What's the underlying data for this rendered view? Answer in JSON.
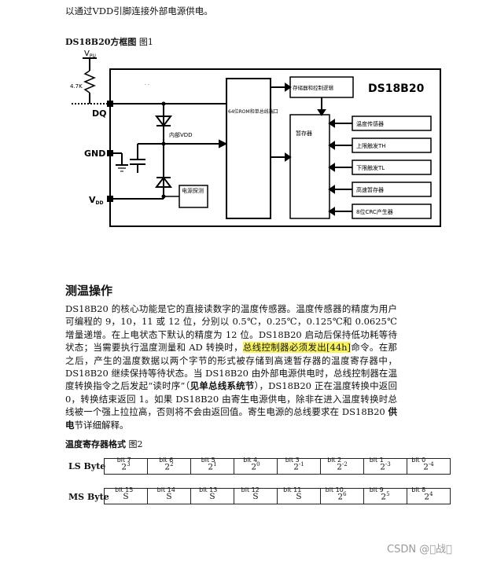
{
  "intro_line": "以通过VDD引脚连接外部电源供电。",
  "figure1": {
    "caption_bold": "DS18B20方框图",
    "caption_num": "图1",
    "vpu_label": "V",
    "vpu_sub": "PU",
    "resistor_label": "4.7K",
    "dq_label": "DQ",
    "gnd_label": "GND",
    "vdd_label": "V",
    "vdd_sub": "DD",
    "dots": "· ·",
    "internal_vdd": "内部VDD",
    "power_detect": "电源探测",
    "rom_block": "64位ROM和单总线端口",
    "memory_control": "存储器和控制逻辑",
    "chip_name": "DS18B20",
    "scratchpad": "暂存器",
    "temp_sensor": "温度传感器",
    "th_trigger": "上限触发TH",
    "tl_trigger": "下限触发TL",
    "config_reg": "高速暂存器",
    "crc_gen": "8位CRC产生器"
  },
  "section": {
    "heading": "测温操作",
    "p_before_hl": "DS18B20 的核心功能是它的直接读数字的温度传感器。温度传感器的精度为用户可编程的 9，10，11 或 12 位，分别以 0.5℃，0.25℃，0.125℃和 0.0625℃增量递增。在上电状态下默认的精度为 12 位。DS18B20 启动后保持低功耗等待状态；当需要执行温度测量和 AD 转换时，",
    "p_highlight": "总线控制器必须发出[44h]",
    "p_mid1": "命令。在那之后，产生的温度数据以两个字节的形式被存储到高速暂存器的温度寄存器中，DS18B20 继续保持等待状态。当 DS18B20 由外部电源供电时，总线控制器在温度转换指令之后发起“读时序”（",
    "p_bold1": "见单总线系统节",
    "p_mid2": "），DS18B20 正在温度转换中返回 0，转换结束返回 1。如果 DS18B20 由寄生电源供电，除非在进入温度转换时总线被一个强上拉拉高，否则将不会由返回值。寄生电源的总线要求在 DS18B20 ",
    "p_bold2": "供电",
    "p_end": "节详细解释。"
  },
  "figure2": {
    "caption_bold": "温度寄存器格式",
    "caption_num": "图2",
    "ls_label": "LS Byte",
    "ms_label": "MS Byte",
    "ls_bits": [
      "bit 7",
      "bit 6",
      "bit 5",
      "bit 4",
      "bit 3",
      "bit 2",
      "bit 1",
      "bit 0"
    ],
    "ms_bits": [
      "bit 15",
      "bit 14",
      "bit 13",
      "bit 12",
      "bit 11",
      "bit 10",
      "bit 9",
      "bit 8"
    ],
    "ls_base": [
      "2",
      "2",
      "2",
      "2",
      "2",
      "2",
      "2",
      "2"
    ],
    "ls_exp": [
      "3",
      "2",
      "1",
      "0",
      "-1",
      "-2",
      "-3",
      "-4"
    ],
    "ms_cells": [
      "S",
      "S",
      "S",
      "S",
      "S",
      "2",
      "2",
      "2"
    ],
    "ms_exp": [
      "",
      "",
      "",
      "",
      "",
      "6",
      "5",
      "4"
    ]
  },
  "watermark": "CSDN @\u0000战\u0000"
}
